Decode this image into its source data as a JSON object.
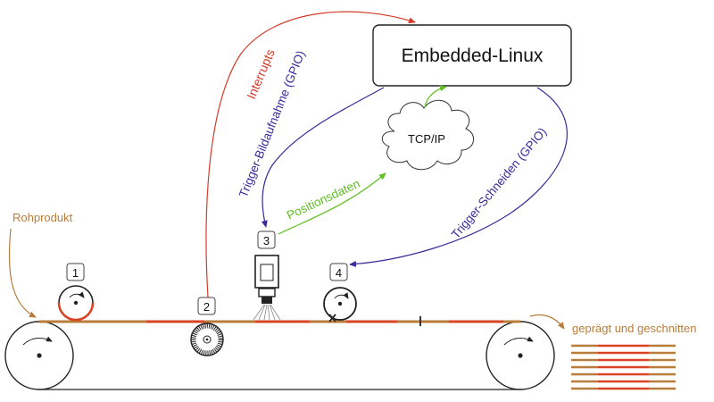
{
  "system": {
    "label": "Embedded-Linux"
  },
  "network": {
    "label": "TCP/IP"
  },
  "signals": {
    "interrupts": "Interrupts",
    "trigger_capture": "Trigger-Bildaufnahme (GPIO)",
    "trigger_cut": "Trigger-Schneiden (GPIO)",
    "positions": "Positionsdaten"
  },
  "material": {
    "input": "Rohprodukt",
    "output": "geprägt und geschnitten"
  },
  "stations": [
    "1",
    "2",
    "3",
    "4"
  ],
  "colors": {
    "interrupts": "#d63a2a",
    "gpio": "#3a2a9a",
    "positions": "#5fbe22",
    "material": "#b87d3a",
    "material_marked": "#d94424"
  }
}
